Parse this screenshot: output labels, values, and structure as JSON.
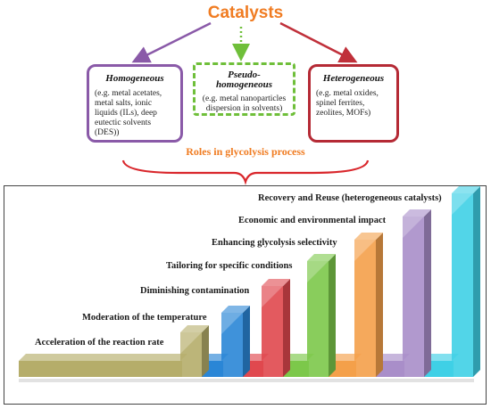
{
  "title": "Catalysts",
  "homogeneous": {
    "heading": "Homogeneous",
    "examples": "(e.g. metal acetates, metal salts, ionic liquids (ILs), deep eutectic solvents (DES))"
  },
  "pseudo": {
    "heading": "Pseudo-homogeneous",
    "examples": "(e.g. metal nanoparticles dispersion in solvents)"
  },
  "heterogeneous": {
    "heading": "Heterogeneous",
    "examples": "(e.g. metal oxides, spinel ferrites, zeolites, MOFs)"
  },
  "roles_title": "Roles in glycolysis process",
  "roles": [
    {
      "label": "Acceleration of the reaction rate",
      "color": "#b5ad6a"
    },
    {
      "label": "Moderation of the temperature",
      "color": "#2a86d6"
    },
    {
      "label": "Diminishing contamination",
      "color": "#e0484e"
    },
    {
      "label": "Tailoring for specific conditions",
      "color": "#7cc84a"
    },
    {
      "label": "Enhancing glycolysis selectivity",
      "color": "#f4a04a"
    },
    {
      "label": "Economic and environmental impact",
      "color": "#a98ec9"
    },
    {
      "label": "Recovery and Reuse (heterogeneous catalysts)",
      "color": "#3fd0e6"
    }
  ],
  "colors": {
    "title": "#f07c22",
    "homogeneous_border": "#8a5aa8",
    "pseudo_border": "#6fbf3a",
    "heterogeneous_border": "#b52a35",
    "brace": "#d9262b"
  }
}
